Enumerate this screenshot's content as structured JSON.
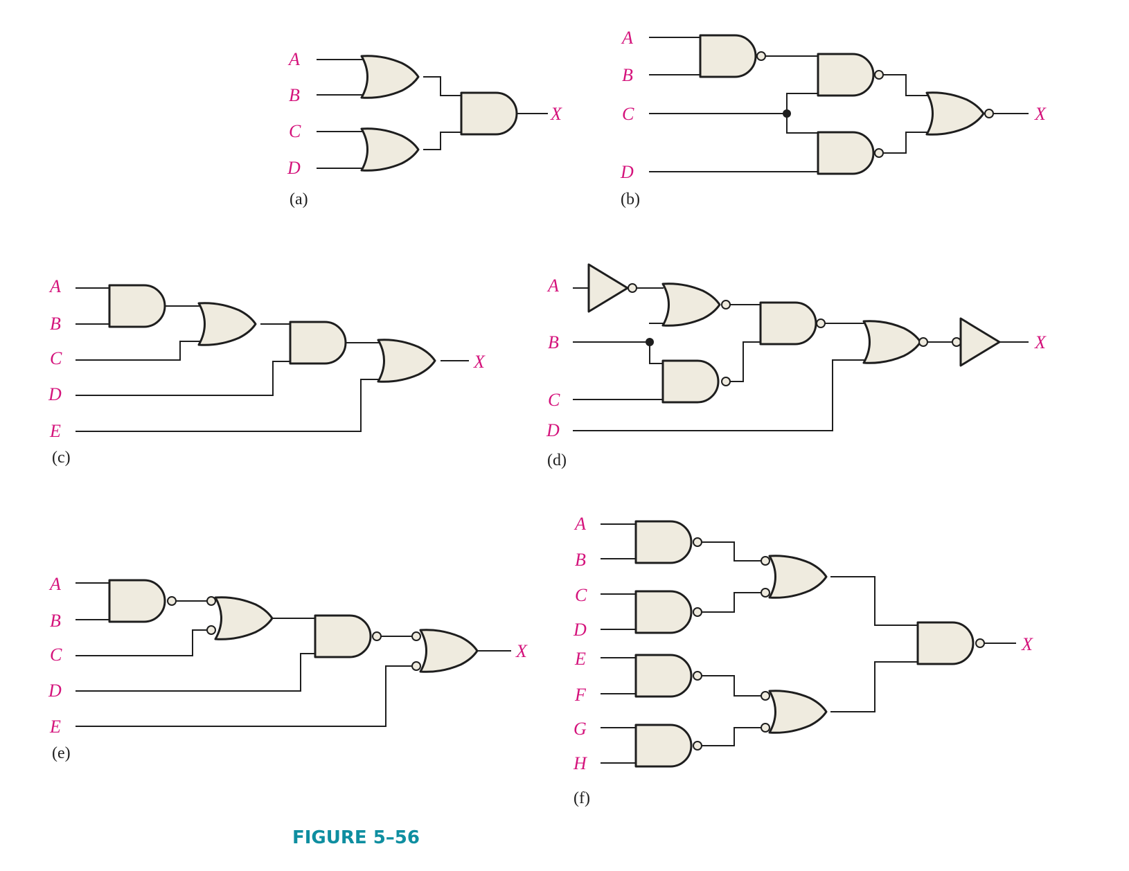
{
  "figure_title": "FIGURE 5–56",
  "circuits": {
    "a": {
      "caption": "(a)",
      "inputs": [
        "A",
        "B",
        "C",
        "D"
      ],
      "output": "X"
    },
    "b": {
      "caption": "(b)",
      "inputs": [
        "A",
        "B",
        "C",
        "D"
      ],
      "output": "X"
    },
    "c": {
      "caption": "(c)",
      "inputs": [
        "A",
        "B",
        "C",
        "D",
        "E"
      ],
      "output": "X"
    },
    "d": {
      "caption": "(d)",
      "inputs": [
        "A",
        "B",
        "C",
        "D"
      ],
      "output": "X"
    },
    "e": {
      "caption": "(e)",
      "inputs": [
        "A",
        "B",
        "C",
        "D",
        "E"
      ],
      "output": "X"
    },
    "f": {
      "caption": "(f)",
      "inputs": [
        "A",
        "B",
        "C",
        "D",
        "E",
        "F",
        "G",
        "H"
      ],
      "output": "X"
    }
  }
}
